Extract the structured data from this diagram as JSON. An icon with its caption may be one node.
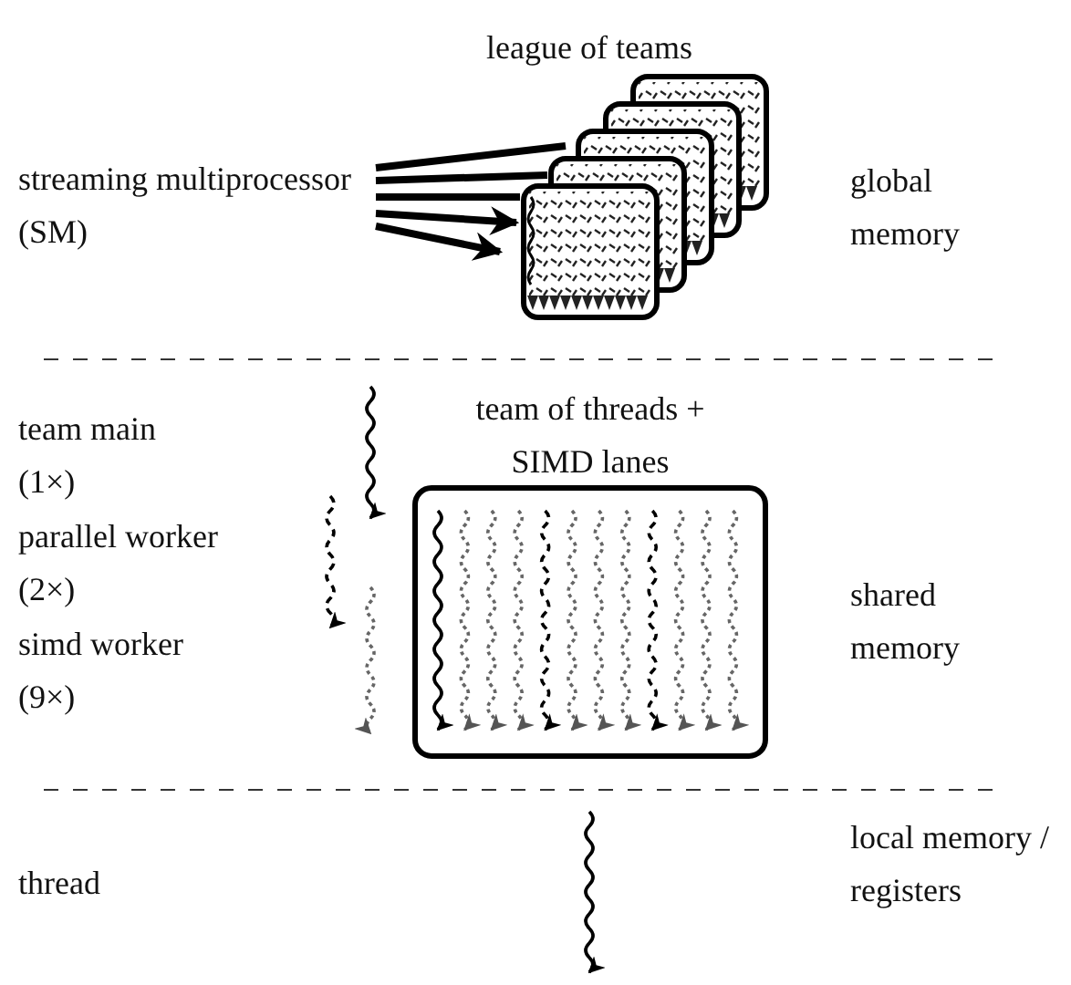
{
  "diagram": {
    "nodes": [
      {
        "text": [
          "streaming multiprocessor (SM)"
        ]
      },
      {
        "text": [],
        "shape": "box"
      },
      {
        "text": [],
        "shape": "box"
      },
      {
        "text": [],
        "shape": "box"
      },
      {
        "text": [],
        "shape": "box"
      },
      {
        "text": [],
        "shape": "box"
      },
      {
        "text": [
          "team of threads + SIMD lanes"
        ]
      }
    ],
    "edges": [
      {
        "from": 0,
        "to": 3,
        "arrow": "none"
      },
      {
        "from": 0,
        "to": 2,
        "arrow": "none"
      },
      {
        "from": 0,
        "to": 1,
        "arrow": "none"
      },
      {
        "from": 0,
        "to": 1,
        "arrow": "to"
      },
      {
        "from": 0,
        "to": 1,
        "arrow": "to"
      }
    ],
    "labels": [
      "league of teams",
      "global memory",
      "team main (1×)",
      "parallel worker (2×)",
      "simd worker (9×)",
      "shared memory",
      "thread",
      "local memory / registers"
    ]
  }
}
